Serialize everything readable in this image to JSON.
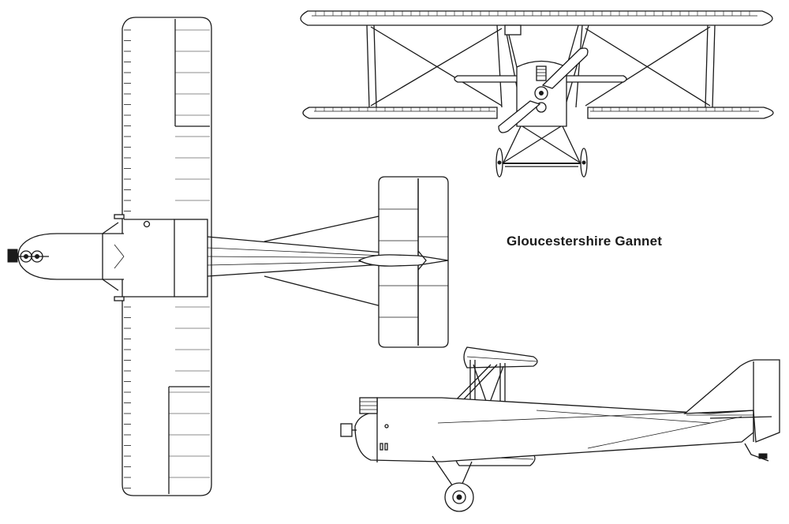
{
  "drawing": {
    "caption": "Gloucestershire Gannet",
    "views": [
      "plan",
      "front",
      "side"
    ]
  },
  "colors": {
    "ink": "#1a1a1a",
    "paper": "#ffffff"
  }
}
